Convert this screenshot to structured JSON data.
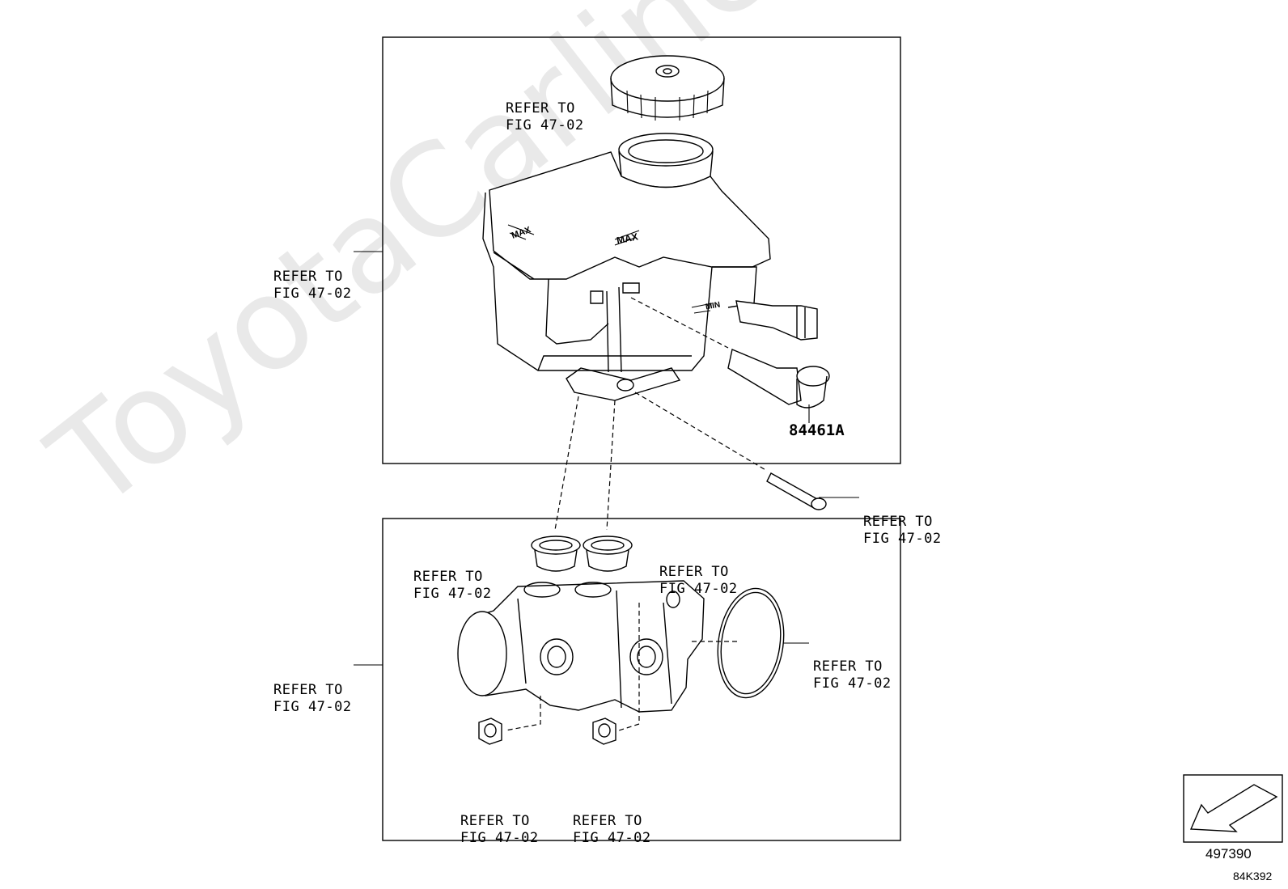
{
  "watermark": "ToyotaCarline.ru",
  "labels": {
    "cap_ref": [
      "REFER TO",
      "FIG 47-02"
    ],
    "reservoir_ref": [
      "REFER TO",
      "FIG 47-02"
    ],
    "pin_ref": [
      "REFER TO",
      "FIG 47-02"
    ],
    "grommet_left_ref": [
      "REFER TO",
      "FIG 47-02"
    ],
    "grommet_right_ref": [
      "REFER TO",
      "FIG 47-02"
    ],
    "cylinder_ref": [
      "REFER TO",
      "FIG 47-02"
    ],
    "oring_ref": [
      "REFER TO",
      "FIG 47-02"
    ],
    "nut_left_ref": [
      "REFER TO",
      "FIG 47-02"
    ],
    "nut_right_ref": [
      "REFER TO",
      "FIG 47-02"
    ]
  },
  "part_number": "84461A",
  "reservoir_marks": [
    "MAX",
    "MAX",
    "MIN"
  ],
  "figure_code": "497390",
  "drawing_code": "84K392"
}
